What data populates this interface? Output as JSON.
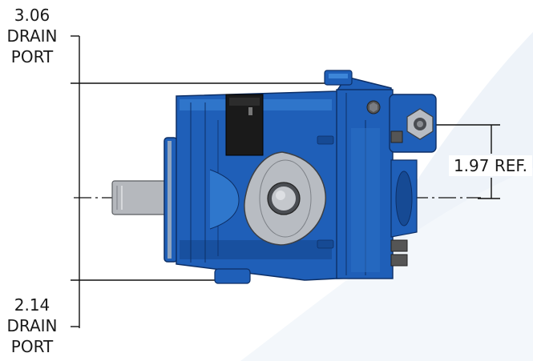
{
  "dimensions": {
    "top_drain_port": {
      "value": "3.06",
      "line1": "DRAIN",
      "line2": "PORT"
    },
    "bottom_drain_port": {
      "value": "2.14",
      "line1": "DRAIN",
      "line2": "PORT"
    },
    "reference": {
      "label": "1.97 REF."
    }
  },
  "colors": {
    "pump_body": "#1f5fb8",
    "pump_dark": "#103a78",
    "pump_light": "#3d86d8",
    "flange_plate": "#b8bcc2",
    "shaft": "#b5b8bd",
    "motor_block": "#1a1a1a",
    "dimension_line": "#111111",
    "background_swoosh": "#eaf1f8"
  }
}
